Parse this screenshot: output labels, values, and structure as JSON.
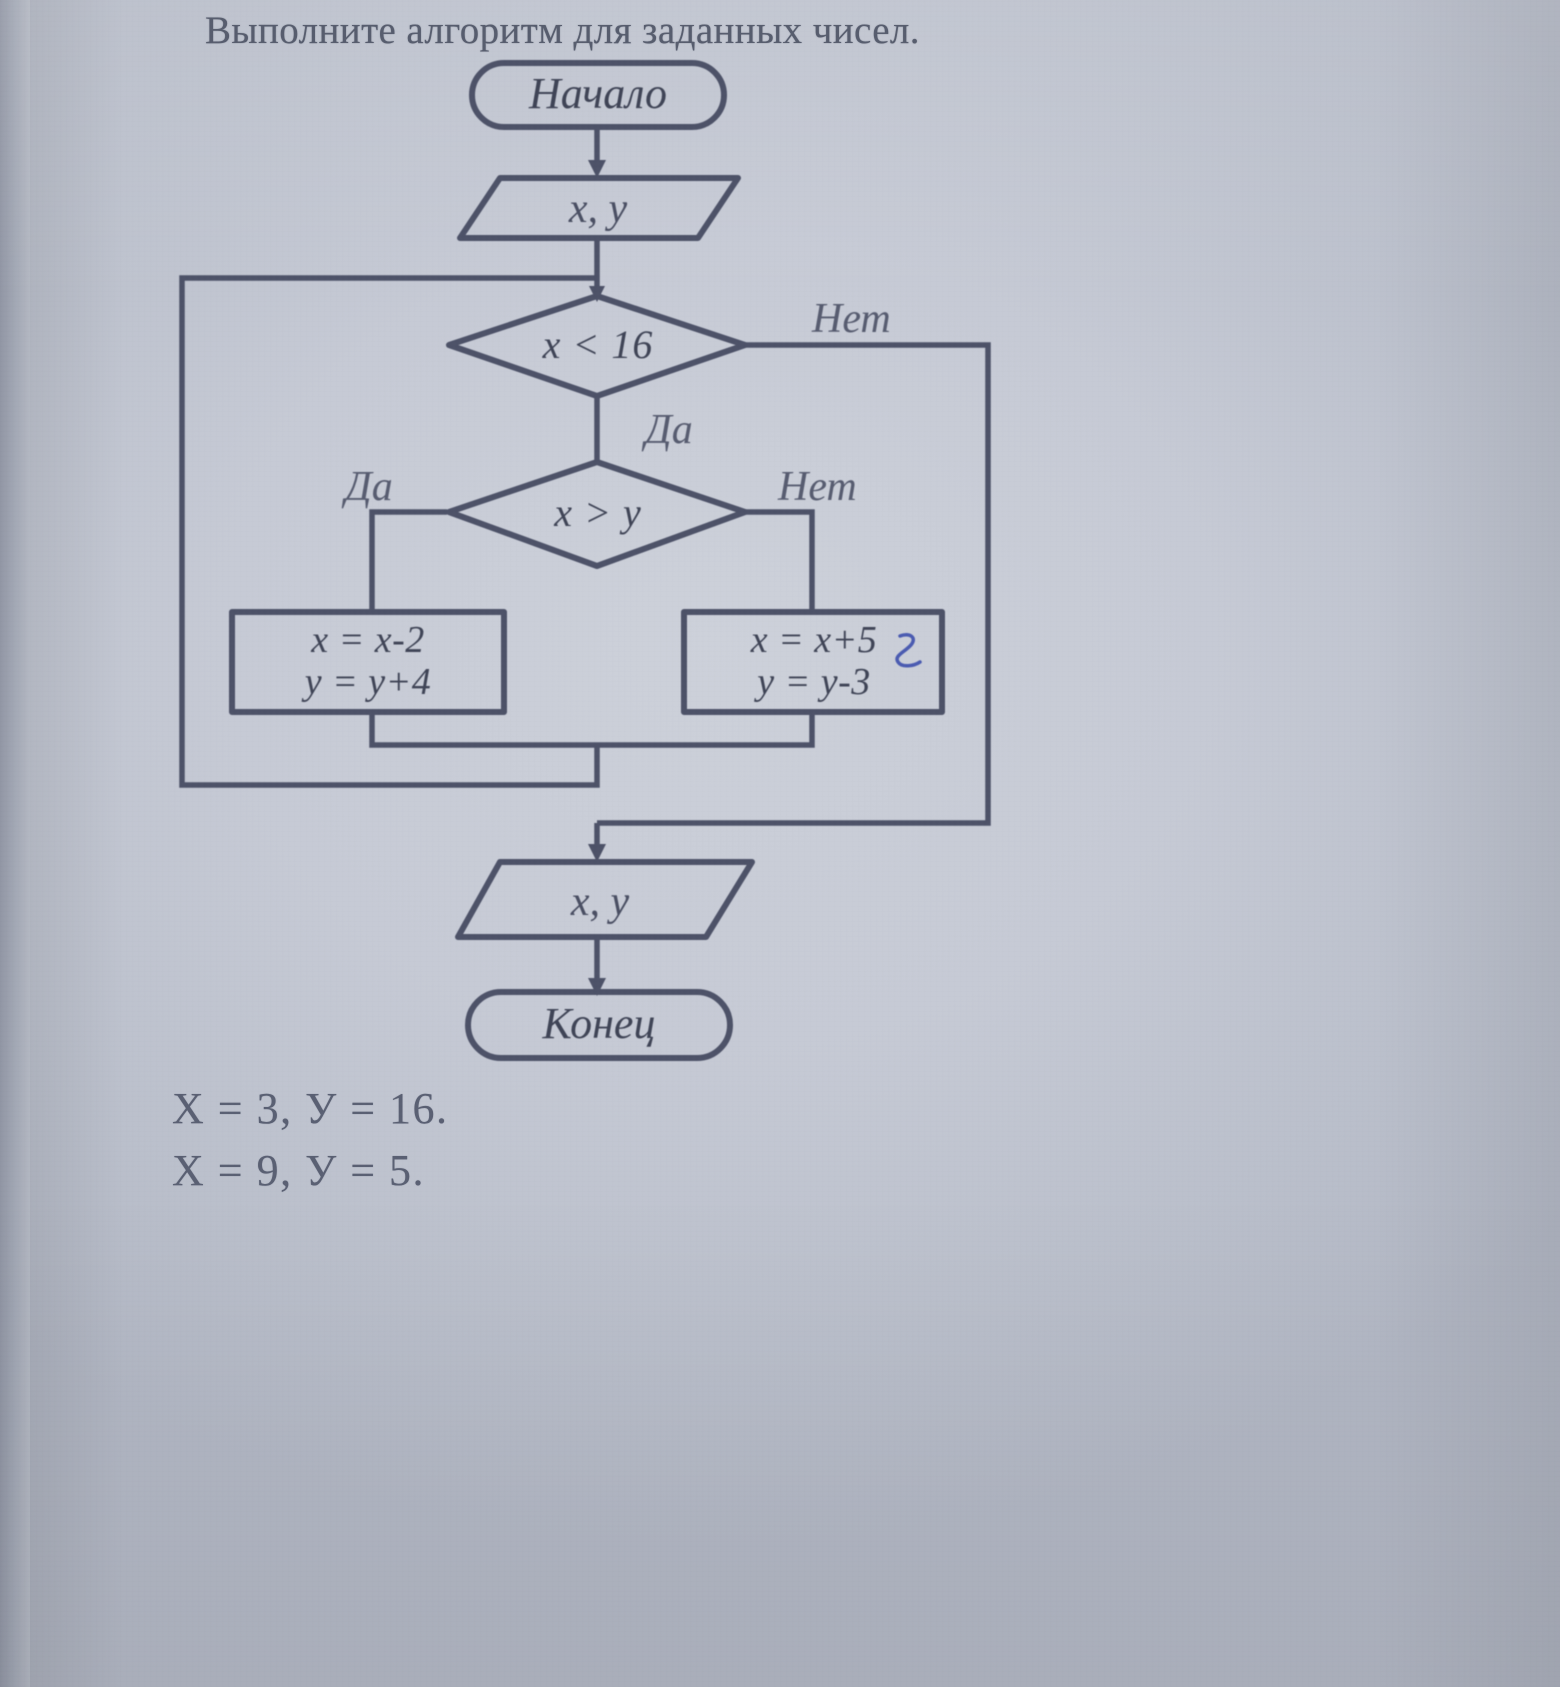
{
  "document": {
    "title": "Выполните алгоритм для заданных чисел.",
    "language": "ru"
  },
  "flowchart": {
    "start_terminal": "Начало",
    "input_io": "x, y",
    "decision1": "x < 16",
    "decision1_false_label": "Нет",
    "decision1_true_label": "Да",
    "decision2": "x > y",
    "decision2_true_label": "Да",
    "decision2_false_label": "Нет",
    "process_left_line1": "x = x-2",
    "process_left_line2": "y = y+4",
    "process_right_line1": "x = x+5",
    "process_right_line2": "y = y-3",
    "output_io": "x, y",
    "end_terminal": "Конец",
    "ink_color": "#4d5268",
    "pen_annotation_color": "#2b3fa8"
  },
  "givens": {
    "case1": "X = 3, У = 16.",
    "case2": "X = 9, У = 5."
  },
  "chart_data": {
    "type": "diagram",
    "title": "Выполните алгоритм для заданных чисел.",
    "nodes": [
      {
        "id": "start",
        "kind": "terminal",
        "text": "Начало"
      },
      {
        "id": "in",
        "kind": "io",
        "text": "x, y"
      },
      {
        "id": "d1",
        "kind": "decision",
        "text": "x < 16"
      },
      {
        "id": "d2",
        "kind": "decision",
        "text": "x > y"
      },
      {
        "id": "pleft",
        "kind": "process",
        "text": "x = x-2\ny = y+4"
      },
      {
        "id": "pright",
        "kind": "process",
        "text": "x = x+5\ny = y-3"
      },
      {
        "id": "out",
        "kind": "io",
        "text": "x, y"
      },
      {
        "id": "end",
        "kind": "terminal",
        "text": "Конец"
      }
    ],
    "edges": [
      {
        "from": "start",
        "to": "in",
        "label": ""
      },
      {
        "from": "in",
        "to": "d1",
        "label": ""
      },
      {
        "from": "d1",
        "to": "out",
        "label": "Нет"
      },
      {
        "from": "d1",
        "to": "d2",
        "label": "Да"
      },
      {
        "from": "d2",
        "to": "pleft",
        "label": "Да"
      },
      {
        "from": "d2",
        "to": "pright",
        "label": "Нет"
      },
      {
        "from": "pleft",
        "to": "d1",
        "label": ""
      },
      {
        "from": "pright",
        "to": "d1",
        "label": ""
      },
      {
        "from": "out",
        "to": "end",
        "label": ""
      }
    ],
    "given_values": [
      "X = 3, У = 16.",
      "X = 9, У = 5."
    ]
  }
}
